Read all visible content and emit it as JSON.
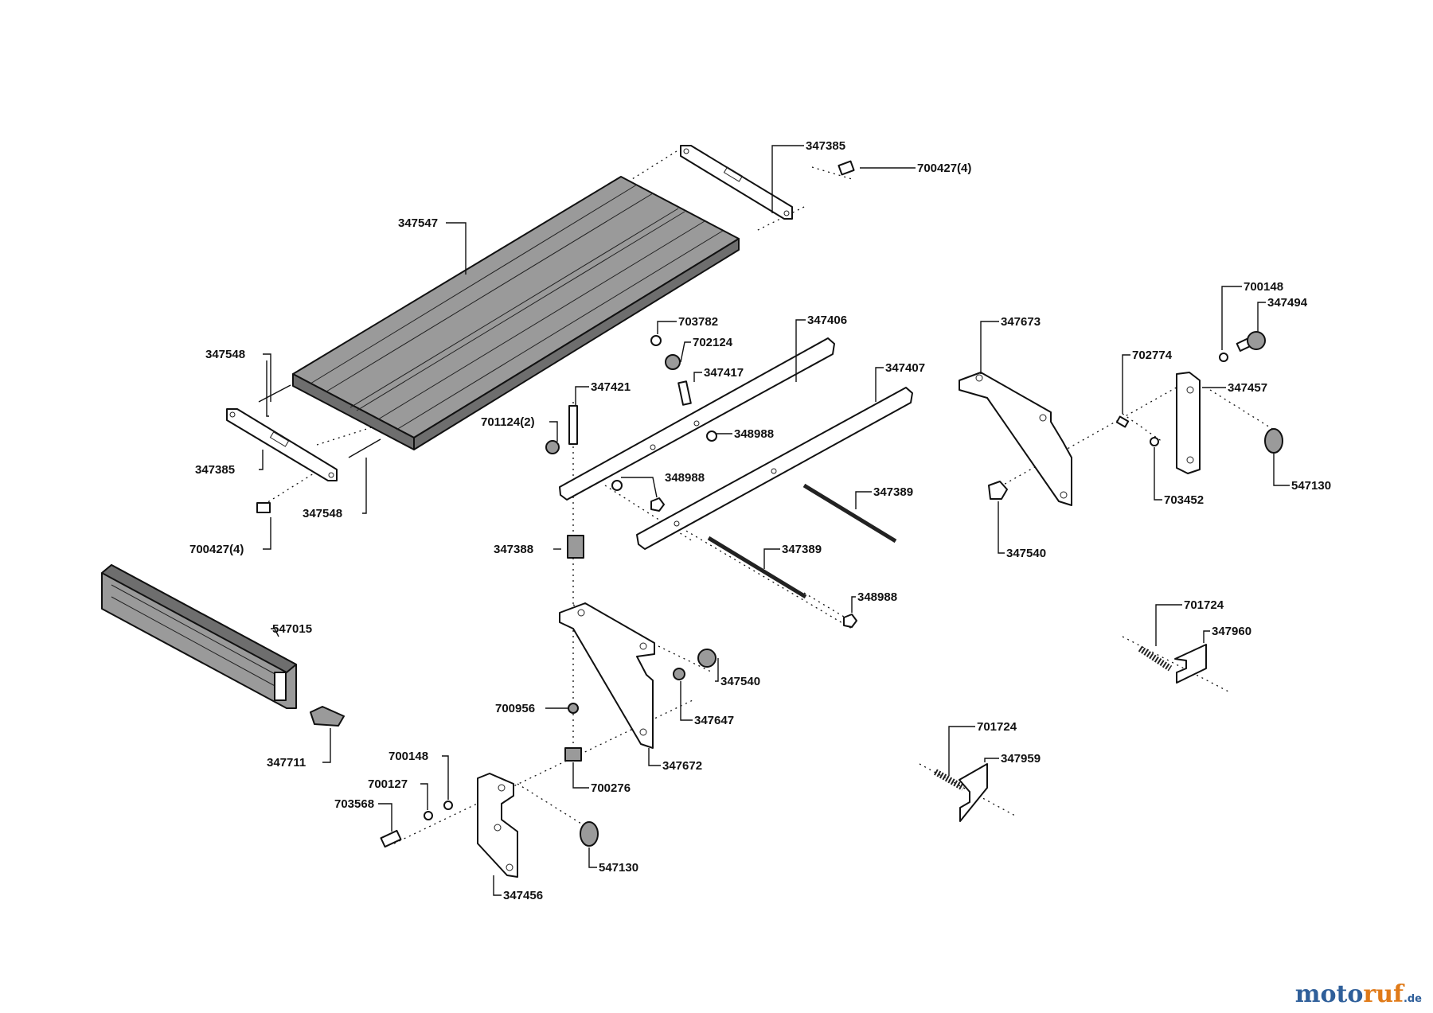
{
  "labels": {
    "l347385a": "347385",
    "l700427a": "700427(4)",
    "l347547": "347547",
    "l347548a": "347548",
    "l347385b": "347385",
    "l347548b": "347548",
    "l700427b": "700427(4)",
    "l703782": "703782",
    "l702124": "702124",
    "l347417": "347417",
    "l347421": "347421",
    "l701124": "701124(2)",
    "l347406": "347406",
    "l347407": "347407",
    "l348988a": "348988",
    "l348988b": "348988",
    "l347389a": "347389",
    "l347389b": "347389",
    "l347388": "347388",
    "l348988c": "348988",
    "l347673": "347673",
    "l700148a": "700148",
    "l347494": "347494",
    "l702774": "702774",
    "l347457": "347457",
    "l547130a": "547130",
    "l703452": "703452",
    "l347540a": "347540",
    "l547015": "547015",
    "l347711": "347711",
    "l700956": "700956",
    "l347647": "347647",
    "l347540b": "347540",
    "l347672": "347672",
    "l700276": "700276",
    "l700148b": "700148",
    "l700127": "700127",
    "l703568": "703568",
    "l547130b": "547130",
    "l347456": "347456",
    "l701724a": "701724",
    "l347960": "347960",
    "l701724b": "701724",
    "l347959": "347959"
  },
  "logo": {
    "main_a": "moto",
    "main_b": "ruf",
    "suffix": ".de"
  },
  "colors": {
    "logo_blue": "#2f5f9a",
    "logo_orange": "#e07a18"
  }
}
